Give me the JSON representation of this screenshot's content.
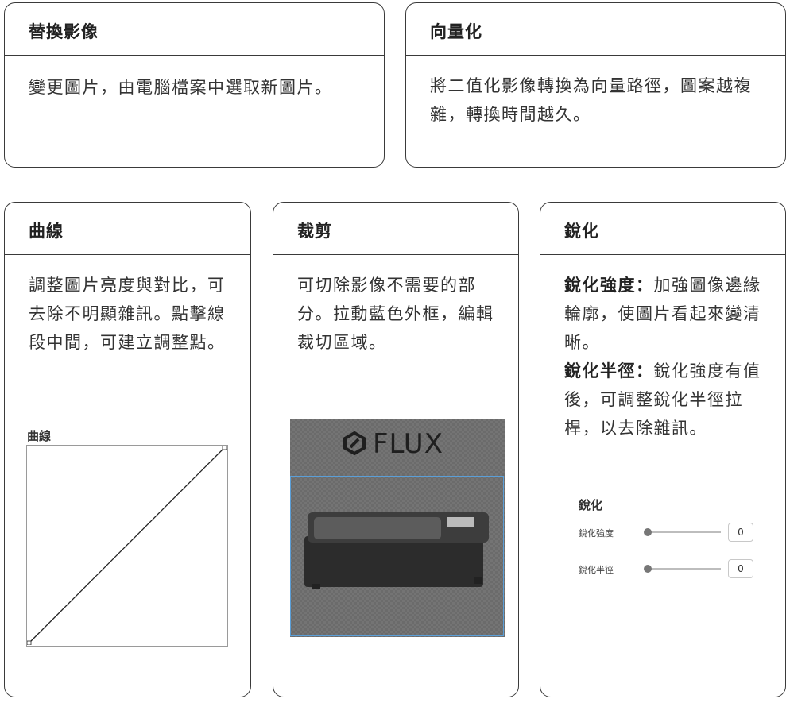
{
  "replace": {
    "title": "替換影像",
    "body": "變更圖片，由電腦檔案中選取新圖片。"
  },
  "vectorize": {
    "title": "向量化",
    "body": "將二值化影像轉換為向量路徑，圖案越複雜，轉換時間越久。"
  },
  "curves": {
    "title": "曲線",
    "body": "調整圖片亮度與對比，可去除不明顯雜訊。點擊線段中間，可建立調整點。",
    "widget_label": "曲線"
  },
  "crop": {
    "title": "裁剪",
    "body": "可切除影像不需要的部分。拉動藍色外框，編輯裁切區域。",
    "logo_text": "FLUX",
    "frame_color": "#5b9fd8"
  },
  "sharpen": {
    "title": "銳化",
    "term1": "銳化強度：",
    "desc1": "加強圖像邊緣輪廓，使圖片看起來變清晰。",
    "term2": "銳化半徑：",
    "desc2": "銳化強度有值後，可調整銳化半徑拉桿，以去除雜訊。",
    "widget_title": "銳化",
    "rows": [
      {
        "label": "銳化強度",
        "value": "0"
      },
      {
        "label": "銳化半徑",
        "value": "0"
      }
    ]
  }
}
